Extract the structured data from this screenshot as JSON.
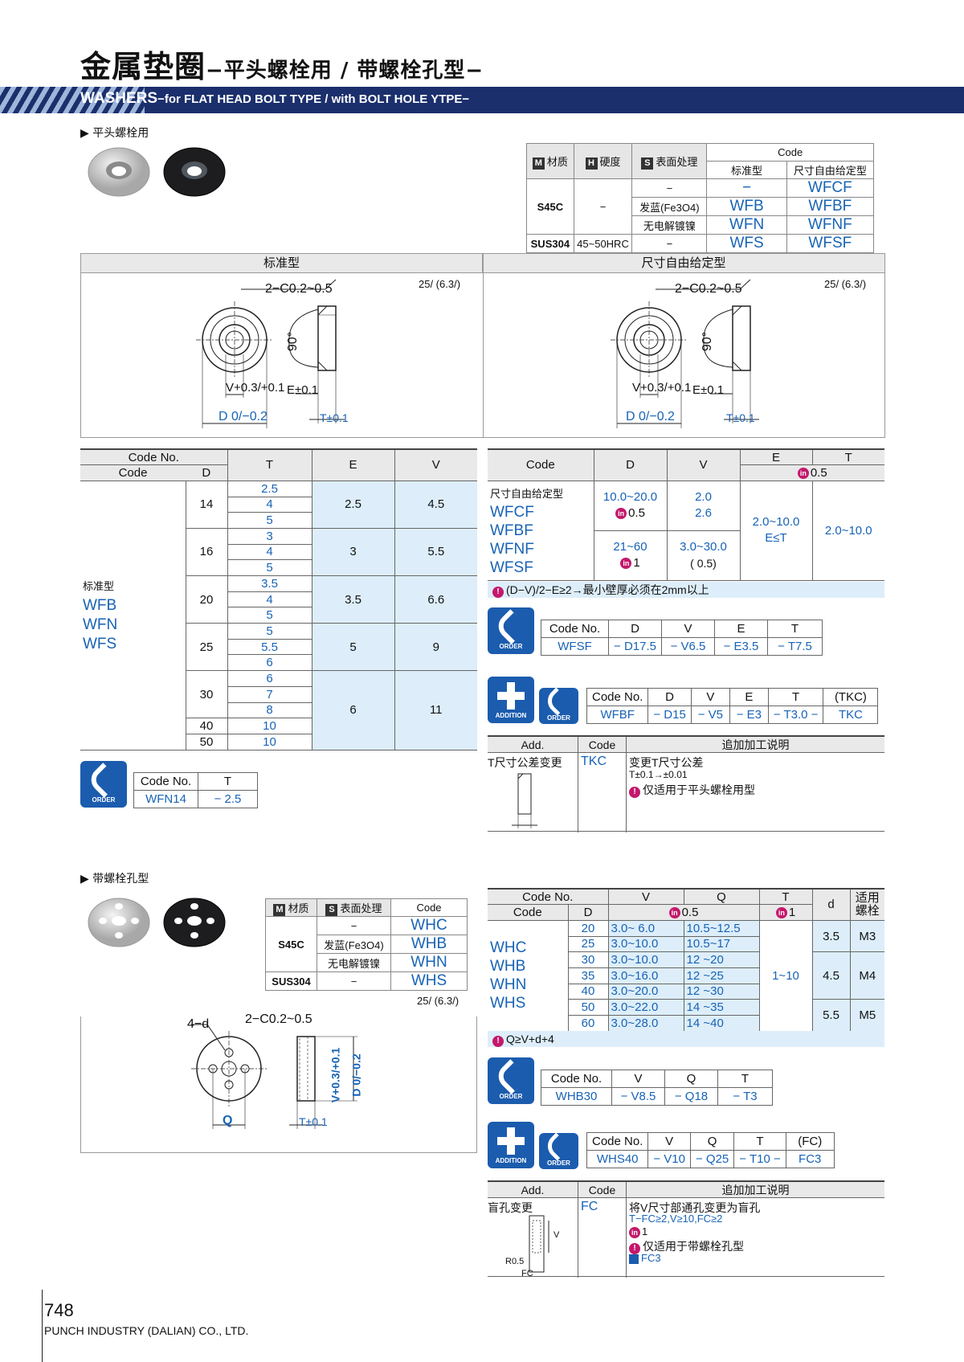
{
  "header": {
    "title_cn": "金属垫圈",
    "title_cn_sub": "−平头螺栓用 / 带螺栓孔型−",
    "title_en": "WASHERS",
    "title_en_sub": "−for FLAT HEAD BOLT TYPE / with BOLT HOLE YTPE−"
  },
  "section1": {
    "label": "▶ 平头螺栓用",
    "spec": {
      "material_label": "材质",
      "hardness_label": "硬度",
      "surface_label": "表面处理",
      "code_label": "Code",
      "std_label": "标准型",
      "free_label": "尺寸自由给定型",
      "m": "M",
      "h": "H",
      "s": "S",
      "rows": [
        {
          "material": "S45C",
          "hardness": "−",
          "surface": "−",
          "std": "−",
          "free": "WFCF"
        },
        {
          "material": "",
          "hardness": "",
          "surface": "发蓝(Fe3O4)",
          "std": "WFB",
          "free": "WFBF"
        },
        {
          "material": "",
          "hardness": "",
          "surface": "无电解镀镍",
          "std": "WFN",
          "free": "WFNF"
        },
        {
          "material": "SUS304",
          "hardness": "45~50HRC",
          "surface": "−",
          "std": "WFS",
          "free": "WFSF"
        }
      ]
    },
    "drawing": {
      "std_head": "标准型",
      "free_head": "尺寸自由给定型",
      "chamfer": "2−C0.2~0.5",
      "rough": "25/ (6.3/)",
      "angle": "90°",
      "v": "V+0.3/+0.1",
      "e": "E±0.1",
      "d": "D 0/−0.2",
      "t": "T±0.1",
      "r63": "6.3"
    },
    "table_std": {
      "h_codeno": "Code No.",
      "h_code": "Code",
      "h_d": "D",
      "h_t": "T",
      "h_e": "E",
      "h_v": "V",
      "type_label": "标准型",
      "codes": [
        "WFB",
        "WFN",
        "WFS"
      ],
      "groups": [
        {
          "d": "14",
          "t": [
            "2.5",
            "4",
            "5"
          ],
          "e": "2.5",
          "v": "4.5"
        },
        {
          "d": "16",
          "t": [
            "3",
            "4",
            "5"
          ],
          "e": "3",
          "v": "5.5"
        },
        {
          "d": "20",
          "t": [
            "3.5",
            "4",
            "5"
          ],
          "e": "3.5",
          "v": "6.6"
        },
        {
          "d": "25",
          "t": [
            "5",
            "5.5",
            "6"
          ],
          "e": "5",
          "v": "9"
        },
        {
          "d": "30",
          "t": [
            "6",
            "7",
            "8"
          ],
          "e": "6",
          "v": "11"
        },
        {
          "d": "40",
          "t": [
            "10"
          ]
        },
        {
          "d": "50",
          "t": [
            "10"
          ]
        }
      ]
    },
    "table_free": {
      "h_code": "Code",
      "h_d": "D",
      "h_v": "V",
      "h_e": "E",
      "h_t": "T",
      "h_inc": "0.5",
      "type_label": "尺寸自由给定型",
      "codes": [
        "WFCF",
        "WFBF",
        "WFNF",
        "WFSF"
      ],
      "d1": "10.0~20.0",
      "d1_inc": "0.5",
      "d2": "21~60",
      "d2_inc": "1",
      "v1": "2.0",
      "v2": "2.6",
      "v3": "3.0~30.0",
      "v3_inc": "(  0.5)",
      "e": "2.0~10.0",
      "e2": "E≤T",
      "t": "2.0~10.0",
      "note": "(D−V)/2−E≥2→最小壁厚必须在2mm以上"
    },
    "order1": {
      "label": "ORDER",
      "h": [
        "Code No.",
        "D",
        "V",
        "E",
        "T"
      ],
      "v": [
        "WFSF",
        "− D17.5",
        "− V6.5",
        "− E3.5",
        "− T7.5"
      ]
    },
    "order2": {
      "add": "ADDITION",
      "label": "ORDER",
      "h": [
        "Code No.",
        "D",
        "V",
        "E",
        "T",
        "(TKC)"
      ],
      "v": [
        "WFBF",
        "− D15",
        "− V5",
        "− E3",
        "− T3.0 −",
        "TKC"
      ]
    },
    "order3": {
      "label": "ORDER",
      "h": [
        "Code No.",
        "T"
      ],
      "v": [
        "WFN14",
        "− 2.5"
      ]
    },
    "addtable": {
      "h_add": "Add.",
      "h_code": "Code",
      "h_desc": "追加加工说明",
      "name": "T尺寸公差变更",
      "code": "TKC",
      "desc1": "变更T尺寸公差",
      "desc2": "T±0.1→±0.01",
      "desc3": "仅适用于平头螺栓用型"
    }
  },
  "section2": {
    "label": "▶ 带螺栓孔型",
    "spec": {
      "material_label": "材质",
      "surface_label": "表面处理",
      "code_label": "Code",
      "rows": [
        {
          "material": "S45C",
          "surface": "−",
          "code": "WHC"
        },
        {
          "material": "",
          "surface": "发蓝(Fe3O4)",
          "code": "WHB"
        },
        {
          "material": "",
          "surface": "无电解镀镍",
          "code": "WHN"
        },
        {
          "material": "SUS304",
          "surface": "−",
          "code": "WHS"
        }
      ]
    },
    "drawing": {
      "holes": "4−d",
      "chamfer": "2−C0.2~0.5",
      "q": "Q",
      "t": "T±0.1",
      "v": "V+0.3/+0.1",
      "d": "D 0/−0.2",
      "rough": "25/ (6.3/)",
      "r63": "6.3"
    },
    "table": {
      "h_codeno": "Code No.",
      "h_code": "Code",
      "h_d": "D",
      "h_v": "V",
      "h_q": "Q",
      "h_t": "T",
      "h_inc": "0.5",
      "h_t_inc": "1",
      "h_dd": "d",
      "h_bolt": "适用螺栓",
      "codes": [
        "WHC",
        "WHB",
        "WHN",
        "WHS"
      ],
      "rows": [
        {
          "d": "20",
          "v": "3.0~ 6.0",
          "q": "10.5~12.5"
        },
        {
          "d": "25",
          "v": "3.0~10.0",
          "q": "10.5~17"
        },
        {
          "d": "30",
          "v": "3.0~10.0",
          "q": "12 ~20"
        },
        {
          "d": "35",
          "v": "3.0~16.0",
          "q": "12 ~25"
        },
        {
          "d": "40",
          "v": "3.0~20.0",
          "q": "12 ~30"
        },
        {
          "d": "50",
          "v": "3.0~22.0",
          "q": "14 ~35"
        },
        {
          "d": "60",
          "v": "3.0~28.0",
          "q": "14 ~40"
        }
      ],
      "t": "1~10",
      "dgroups": [
        {
          "d": "3.5",
          "bolt": "M3"
        },
        {
          "d": "4.5",
          "bolt": "M4"
        },
        {
          "d": "5.5",
          "bolt": "M5"
        }
      ],
      "note": "Q≥V+d+4"
    },
    "order1": {
      "label": "ORDER",
      "h": [
        "Code No.",
        "V",
        "Q",
        "T"
      ],
      "v": [
        "WHB30",
        "− V8.5",
        "− Q18",
        "− T3"
      ]
    },
    "order2": {
      "add": "ADDITION",
      "label": "ORDER",
      "h": [
        "Code No.",
        "V",
        "Q",
        "T",
        "(FC)"
      ],
      "v": [
        "WHS40",
        "− V10",
        "− Q25",
        "− T10 −",
        "FC3"
      ]
    },
    "addtable": {
      "h_add": "Add.",
      "h_code": "Code",
      "h_desc": "追加加工说明",
      "name": "盲孔变更",
      "code": "FC",
      "desc1": "将V尺寸部通孔变更为盲孔",
      "desc2": "T−FC≥2,V≥10,FC≥2",
      "desc3": "1",
      "desc4": "仅适用于带螺栓孔型",
      "desc5": "FC3",
      "r05": "R0.5",
      "fc": "FC",
      "v": "V"
    }
  },
  "footer": {
    "page": "748",
    "company": "PUNCH INDUSTRY (DALIAN) CO., LTD."
  }
}
